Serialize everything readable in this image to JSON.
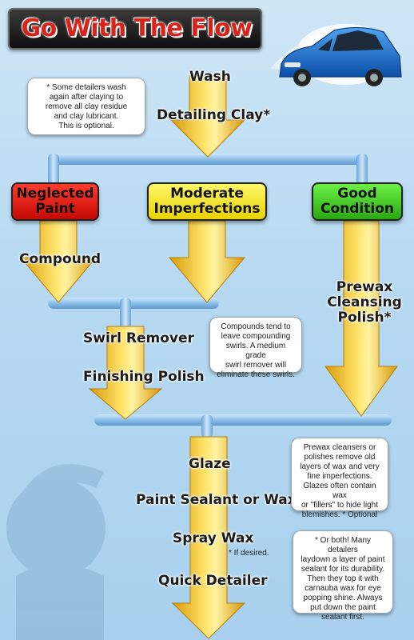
{
  "title": "Go With The Flow",
  "steps": {
    "wash": "Wash",
    "clay": "Detailing Clay*",
    "compound": "Compound",
    "prewax": "Prewax\nCleansing\nPolish*",
    "swirl": "Swirl Remover",
    "finishing": "Finishing Polish",
    "glaze": "Glaze",
    "sealant": "Paint Sealant or Wax",
    "spray": "Spray Wax",
    "quick": "Quick Detailer"
  },
  "conditions": {
    "neglected": "Neglected\nPaint",
    "moderate": "Moderate\nImperfections",
    "good": "Good\nCondition"
  },
  "notes": {
    "clay": "* Some detailers wash\nagain after claying to\nremove all clay  residue\nand clay lubricant.\nThis is optional.",
    "compound": "Compounds tend to\nleave compounding\nswirls. A medium grade\nswirl remover will\neliminate these swirls.",
    "prewax": "Prewax cleansers or\npolishes remove old\nlayers of wax and very\nfine imperfections.\nGlazes often  contain wax\nor \"fillers\" to hide light\nblemishes. * Optional",
    "both": "* Or both! Many detailers\nlaydown a layer of paint\nsealant for its durability.\nThen they top it with\ncarnauba wax for eye\npopping shine. Always\nput down the paint\nsealant first."
  },
  "if_desired": "* If desired.",
  "colors": {
    "neglected": "#e8120c",
    "moderate": "#f7e800",
    "good": "#3fcf1d",
    "arrow": "#f2c21a",
    "pipe": "#7fb3e0",
    "title_red": "#d8231b"
  },
  "icons": {
    "car": "blue-car-icon",
    "mascot": "mascot-icon"
  }
}
